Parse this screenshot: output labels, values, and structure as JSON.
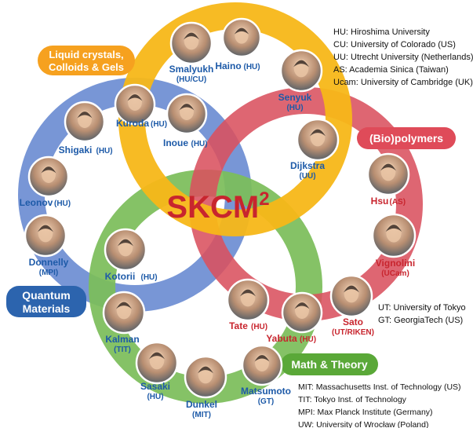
{
  "title": {
    "main": "SKCM",
    "sup": "2"
  },
  "colors": {
    "yellow": "#f7b718",
    "red": "#d9515e",
    "blue": "#6e8ed3",
    "green": "#7cbd5a",
    "title_red": "#c8252e",
    "name_blue": "#1d5aa8",
    "name_red": "#c8252e"
  },
  "themes": [
    {
      "id": "liquid",
      "lines": [
        "Liquid crystals,",
        "Colloids & Gels"
      ],
      "color": "#f6a11f"
    },
    {
      "id": "polymers",
      "lines": [
        "(Bio)polymers"
      ],
      "color": "#df4b59"
    },
    {
      "id": "quantum",
      "lines": [
        "Quantum",
        "Materials"
      ],
      "color": "#2c64ae"
    },
    {
      "id": "math",
      "lines": [
        "Math & Theory"
      ],
      "color": "#5aa838"
    }
  ],
  "people": [
    {
      "name": "Smalyukh",
      "aff": "(HU/CU)",
      "color": "blue"
    },
    {
      "name": "Haino",
      "aff": "(HU)",
      "color": "blue"
    },
    {
      "name": "Senyuk",
      "aff": "(HU)",
      "color": "blue"
    },
    {
      "name": "Dijkstra",
      "aff": "(UU)",
      "color": "blue"
    },
    {
      "name": "Kuroda",
      "aff": "(HU)",
      "color": "blue"
    },
    {
      "name": "Shigaki",
      "aff": "(HU)",
      "color": "blue"
    },
    {
      "name": "Inoue",
      "aff": "(HU)",
      "color": "blue"
    },
    {
      "name": "Leonov",
      "aff": "(HU)",
      "color": "blue"
    },
    {
      "name": "Donnelly",
      "aff": "(MPI)",
      "color": "blue"
    },
    {
      "name": "Hsu",
      "aff": "(AS)",
      "color": "red"
    },
    {
      "name": "Vignolini",
      "aff": "(UCam)",
      "color": "red"
    },
    {
      "name": "Kotorii",
      "aff": "(HU)",
      "color": "blue"
    },
    {
      "name": "Tate",
      "aff": "(HU)",
      "color": "red"
    },
    {
      "name": "Yabuta",
      "aff": "(HU)",
      "color": "red"
    },
    {
      "name": "Sato",
      "aff": "(UT/RIKEN)",
      "color": "red"
    },
    {
      "name": "Kalman",
      "aff": "(TIT)",
      "color": "blue"
    },
    {
      "name": "Sasaki",
      "aff": "(HU)",
      "color": "blue"
    },
    {
      "name": "Dunkel",
      "aff": "(MIT)",
      "color": "blue"
    },
    {
      "name": "Matsumoto",
      "aff": "(GT)",
      "color": "blue"
    }
  ],
  "legends": {
    "top": [
      "HU: Hiroshima University",
      "CU: University of Colorado (US)",
      "UU: Utrecht University (Netherlands)",
      "AS: Academia Sinica (Taiwan)",
      "Ucam: University of Cambridge (UK)"
    ],
    "middle": [
      "UT: University of Tokyo",
      "GT: GeorgiaTech (US)"
    ],
    "bottom": [
      "MIT: Massachusetts Inst. of Technology (US)",
      "TIT: Tokyo Inst. of Technology",
      "MPI: Max Planck Institute (Germany)",
      "UW: University of Wrocław (Poland)"
    ]
  }
}
